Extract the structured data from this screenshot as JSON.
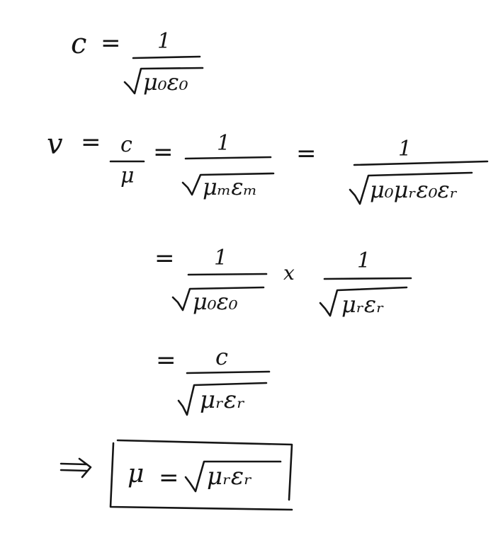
{
  "eq1": {
    "lhs": "c",
    "eq": "=",
    "num": "1",
    "den": "μ₀ε₀"
  },
  "eq2": {
    "lhs": "v",
    "eq1": "=",
    "f1_num": "c",
    "f1_den": "μ",
    "eq2": "=",
    "f2_num": "1",
    "f2_den": "μₘεₘ",
    "eq3": "=",
    "f3_num": "1",
    "f3_den": "μ₀μᵣε₀εᵣ"
  },
  "eq3": {
    "eq": "=",
    "f1_num": "1",
    "f1_den": "μ₀ε₀",
    "times": "x",
    "f2_num": "1",
    "f2_den": "μᵣεᵣ"
  },
  "eq4": {
    "eq": "=",
    "num": "c",
    "den": "μᵣεᵣ"
  },
  "result": {
    "implies": "⇒",
    "lhs": "μ",
    "eq": "=",
    "rhs": "μᵣεᵣ"
  }
}
